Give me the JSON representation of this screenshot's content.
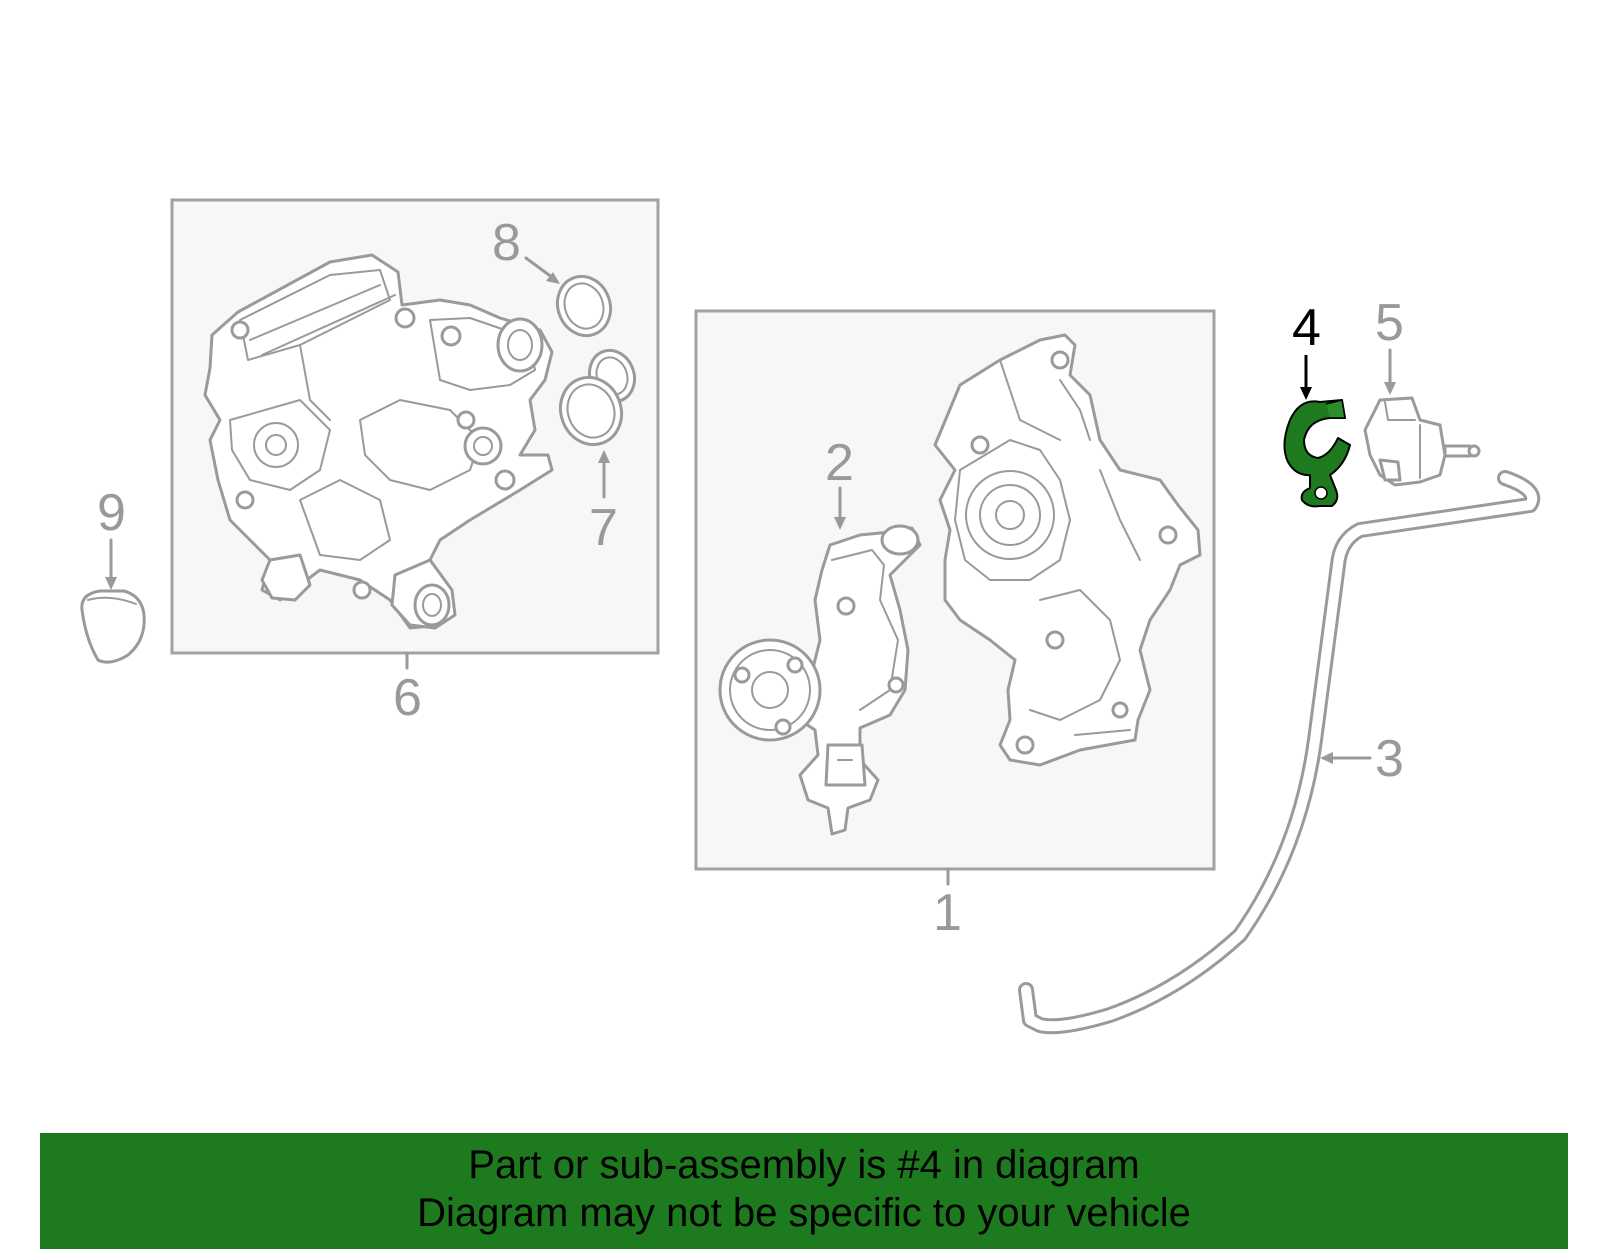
{
  "callouts": [
    {
      "id": "1",
      "label": "1"
    },
    {
      "id": "2",
      "label": "2"
    },
    {
      "id": "3",
      "label": "3"
    },
    {
      "id": "4",
      "label": "4"
    },
    {
      "id": "5",
      "label": "5"
    },
    {
      "id": "6",
      "label": "6"
    },
    {
      "id": "7",
      "label": "7"
    },
    {
      "id": "8",
      "label": "8"
    },
    {
      "id": "9",
      "label": "9"
    }
  ],
  "highlight": {
    "part": "4",
    "color": "#1e7a1e"
  },
  "banner": {
    "line1": "Part or sub-assembly is #4 in diagram",
    "line2": "Diagram may not be specific to your vehicle",
    "background": "#1e7a1e"
  }
}
